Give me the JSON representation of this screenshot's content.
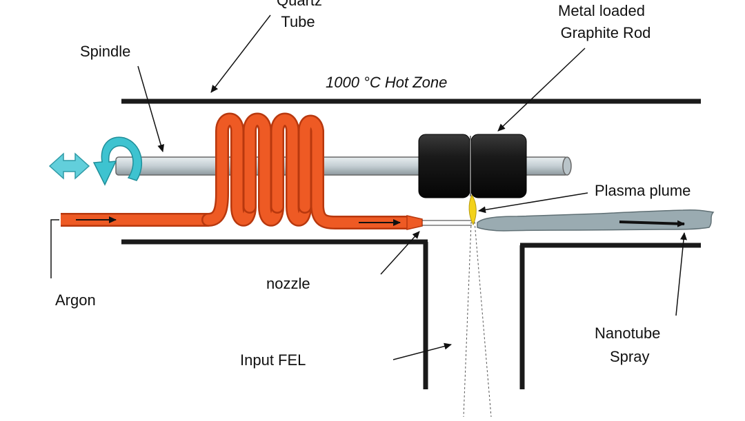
{
  "labels": {
    "quartz_line1": "Quartz",
    "quartz_line2": "Tube",
    "metal_line1": "Metal loaded",
    "metal_line2": "Graphite Rod",
    "spindle": "Spindle",
    "hot_zone": "1000 °C Hot Zone",
    "plasma_plume": "Plasma plume",
    "argon": "Argon",
    "nozzle": "nozzle",
    "input_fel": "Input FEL",
    "nanotube_line1": "Nanotube",
    "nanotube_line2": "Spray"
  },
  "colors": {
    "tube_wall": "#1a1a1a",
    "coil": "#ee5a24",
    "coil_dark": "#b8380e",
    "spindle_rod": "#c9d3d8",
    "graphite": "#1c1c1c",
    "plume": "#f3d21a",
    "spray": "#9aabb1",
    "rotation_arrow": "#3ec3d0"
  },
  "icons": [
    "double-arrow-icon",
    "rotation-arrow-icon"
  ]
}
